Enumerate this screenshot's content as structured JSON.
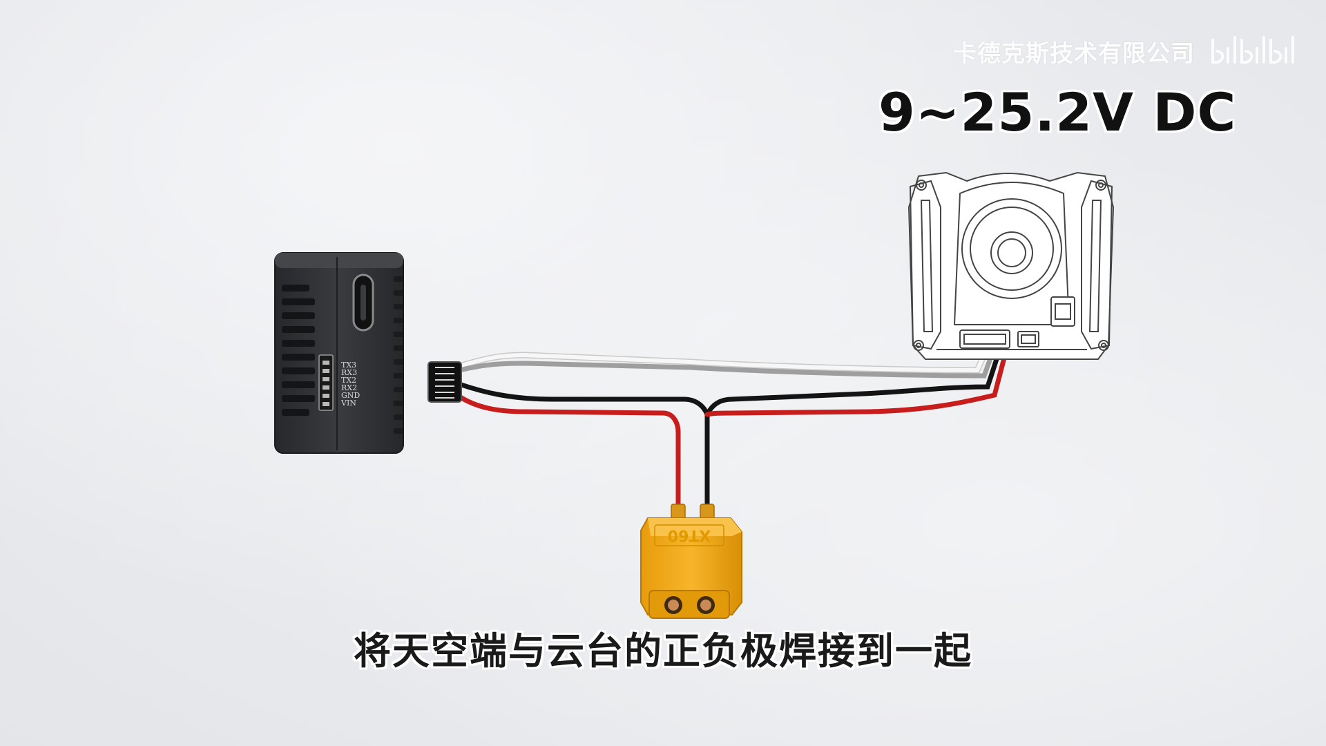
{
  "watermark": "卡德克斯技术有限公司",
  "voltage_label": "9~25.2V DC",
  "subtitle": "将天空端与云台的正负极焊接到一起",
  "module": {
    "pins": [
      "TX3",
      "RX3",
      "TX2",
      "RX2",
      "GND",
      "VIN"
    ]
  },
  "connector": {
    "label": "XT60"
  },
  "colors": {
    "wire_positive": "#cc1f1f",
    "wire_negative": "#1a1a1a",
    "wire_signal_white": "#f2f2f2",
    "wire_signal_gray": "#a9a9a9",
    "connector_body": "#f2ad17",
    "module_body": "#2f3033"
  },
  "icons": {
    "platform_logo": "bilibili-logo"
  }
}
